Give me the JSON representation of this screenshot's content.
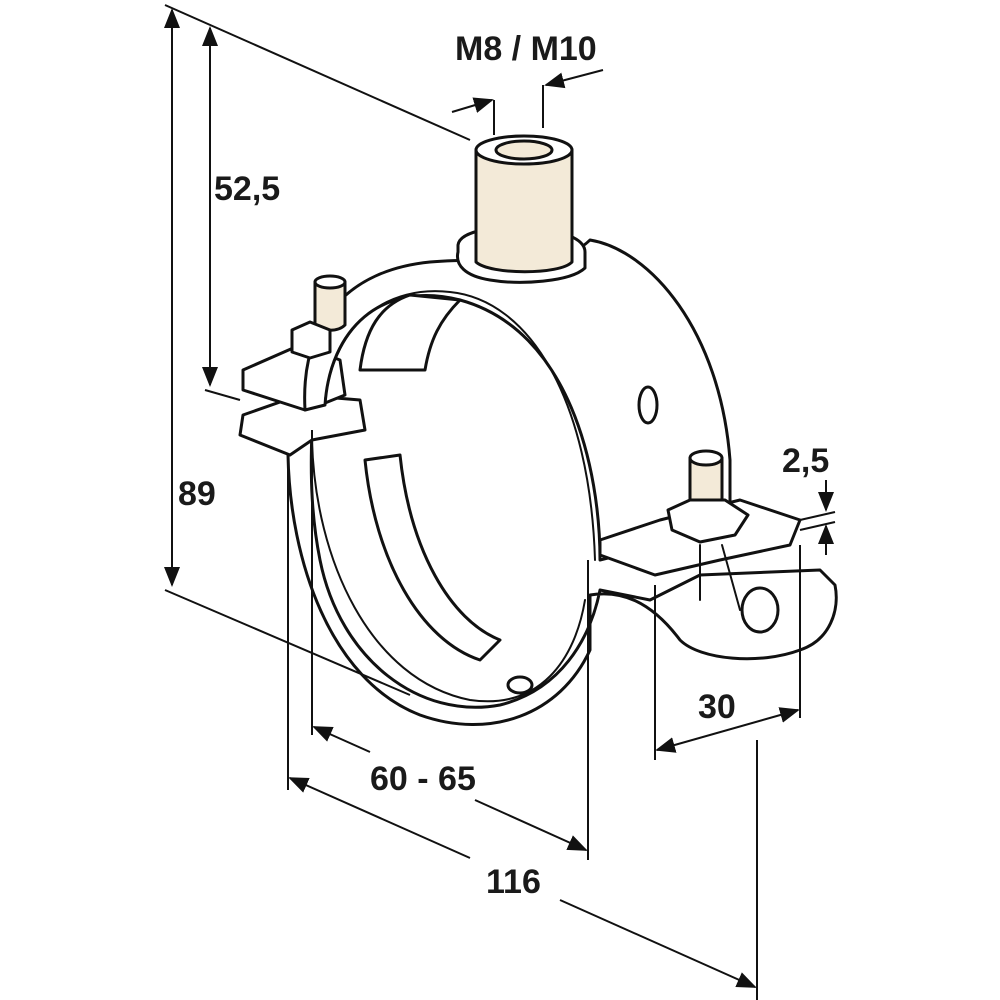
{
  "dimensions": {
    "thread": "M8 / M10",
    "height_to_center": "52,5",
    "total_height": "89",
    "plate_thickness": "2,5",
    "band_width": "30",
    "pipe_range": "60 - 65",
    "total_length": "116"
  },
  "colors": {
    "line": "#111111",
    "boss_fill": "#f3ead8",
    "background": "#ffffff"
  }
}
